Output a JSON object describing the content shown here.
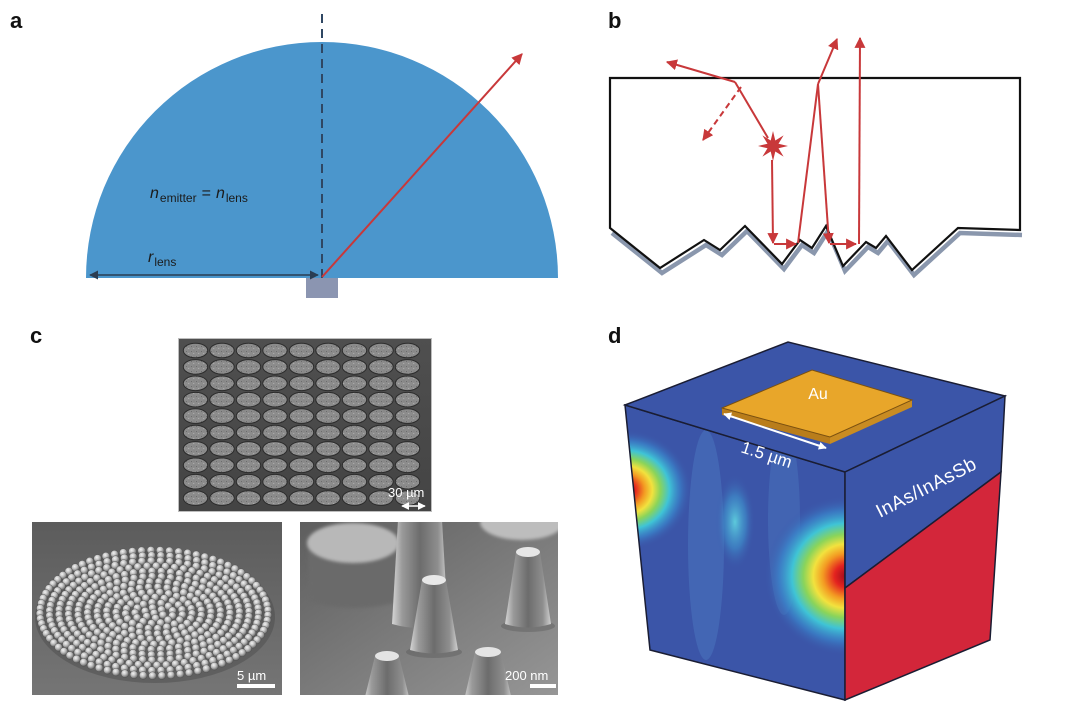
{
  "figure": {
    "panel_labels": {
      "a": "a",
      "b": "b",
      "c": "c",
      "d": "d"
    }
  },
  "panel_a": {
    "index_matching": {
      "emitter_symbol": "n",
      "emitter_subscript": "emitter",
      "operator": "=",
      "lens_symbol": "n",
      "lens_subscript": "lens"
    },
    "radius": {
      "symbol": "r",
      "subscript": "lens"
    }
  },
  "panel_c": {
    "scale_bars": {
      "microlens_array": "30 µm",
      "nanosphere_array": "5 µm",
      "nanopillars": "200 nm"
    }
  },
  "panel_d": {
    "contact_label": "Au",
    "contact_size": "1.5 µm",
    "layer_label": "InAs/InAsSb"
  },
  "colors": {
    "lens_fill": "#4b96cc",
    "ray_red": "#c8383a",
    "emitter_fill": "#8b95b1",
    "optical_axis": "#2f4763",
    "surface_shadow": "#8a97ad",
    "cube_blue": "#3b55a8",
    "cube_red": "#d3263a",
    "gold_top": "#e8a62a",
    "gold_side": "#b97d1b"
  }
}
